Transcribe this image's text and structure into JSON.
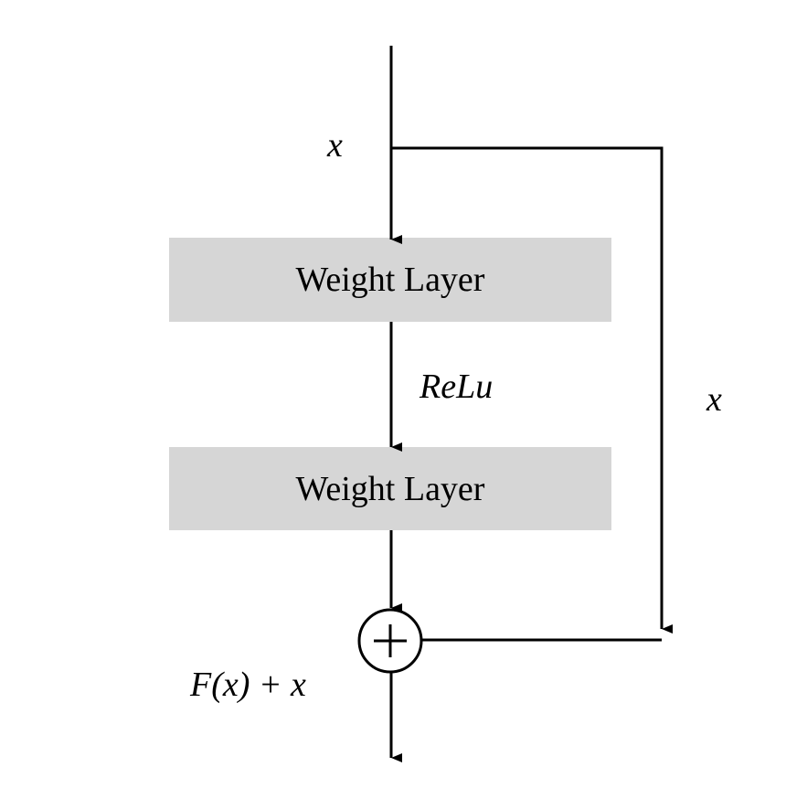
{
  "diagram": {
    "layers": [
      {
        "label": "Weight Layer"
      },
      {
        "label": "Weight Layer"
      }
    ],
    "labels": {
      "input": "x",
      "activation": "ReLu",
      "shortcut": "x",
      "output": "F(x) + x"
    },
    "colors": {
      "layer_fill": "#d6d6d6",
      "line": "#000000",
      "background": "#ffffff"
    },
    "icons": {
      "sum_node": "circled-plus-icon"
    }
  }
}
